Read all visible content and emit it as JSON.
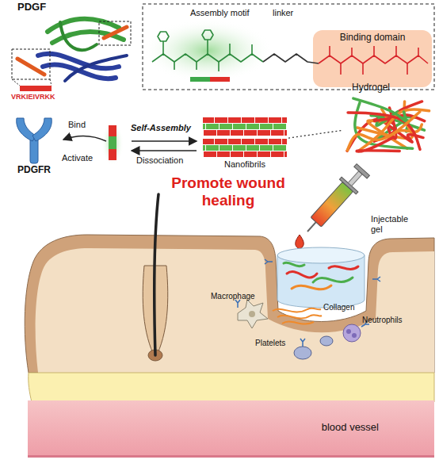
{
  "diagram": {
    "nodes": [
      {
        "text": [
          "Binding domain"
        ]
      },
      {
        "text": [
          "PDGFR"
        ]
      },
      {
        "text": [
          "Nanofibrils"
        ]
      },
      {
        "text": [
          "Hydrogel"
        ]
      },
      {
        "text": [
          "blood vessel"
        ]
      }
    ],
    "edges": [
      {
        "from": 2,
        "to": 3,
        "arrow": "none"
      }
    ],
    "labels": [
      "PDGF",
      "VRKIEIVRKK",
      "Assembly motif",
      "linker",
      "Bind",
      "Activate",
      "Self-Assembly",
      "Dissociation",
      "Promote wound healing",
      "Injectable gel",
      "Macrophage",
      "Collagen",
      "Neutrophils",
      "Platelets"
    ]
  }
}
